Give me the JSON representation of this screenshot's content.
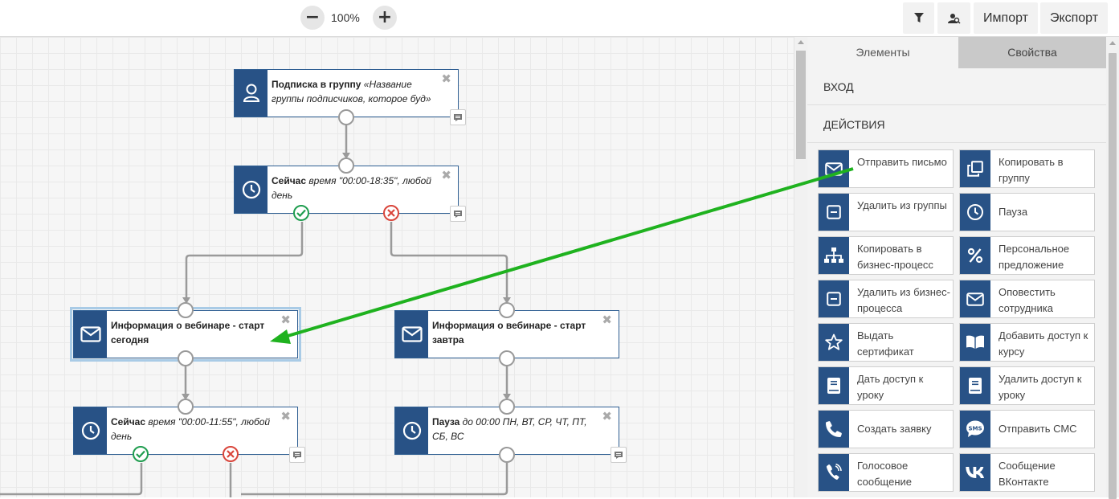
{
  "toolbar": {
    "zoom_out": "−",
    "zoom_level": "100%",
    "zoom_in": "+",
    "import_label": "Импорт",
    "export_label": "Экспорт",
    "filter_icon": "filter-icon",
    "user_search_icon": "user-search-icon"
  },
  "panel": {
    "tabs": [
      {
        "label": "Элементы",
        "active": true
      },
      {
        "label": "Свойства",
        "active": false
      }
    ],
    "sections": [
      {
        "label": "ВХОД"
      },
      {
        "label": "ДЕЙСТВИЯ"
      }
    ],
    "items": [
      {
        "label": "Отправить письмо",
        "icon": "envelope-icon"
      },
      {
        "label": "Копировать в группу",
        "icon": "copy-icon"
      },
      {
        "label": "Удалить из группы",
        "icon": "minus-square-icon"
      },
      {
        "label": "Пауза",
        "icon": "clock-icon"
      },
      {
        "label": "Копировать в бизнес-процесс",
        "icon": "sitemap-icon"
      },
      {
        "label": "Персональное предложение",
        "icon": "percent-icon"
      },
      {
        "label": "Удалить из бизнес-процесса",
        "icon": "minus-square-icon"
      },
      {
        "label": "Оповестить сотрудника",
        "icon": "envelope-icon"
      },
      {
        "label": "Выдать сертификат",
        "icon": "star-icon"
      },
      {
        "label": "Добавить доступ к курсу",
        "icon": "book-open-icon"
      },
      {
        "label": "Дать доступ к уроку",
        "icon": "book-icon"
      },
      {
        "label": "Удалить доступ к уроку",
        "icon": "book-icon"
      },
      {
        "label": "Создать заявку",
        "icon": "phone-icon"
      },
      {
        "label": "Отправить СМС",
        "icon": "sms-icon"
      },
      {
        "label": "Голосовое сообщение",
        "icon": "phone-volume-icon"
      },
      {
        "label": "Сообщение ВКонтакте",
        "icon": "vk-icon"
      }
    ]
  },
  "flow": {
    "nodes": [
      {
        "title": "Подписка в группу",
        "detail": "«Название группы подписчиков, которое буд»",
        "icon": "user-icon"
      },
      {
        "title": "Сейчас",
        "detail": "время \"00:00-18:35\", любой день",
        "icon": "clock-icon"
      },
      {
        "title": "Информация о вебинаре - старт сегодня",
        "detail": "",
        "icon": "envelope-icon"
      },
      {
        "title": "Информация о вебинаре - старт завтра",
        "detail": "",
        "icon": "envelope-icon"
      },
      {
        "title": "Сейчас",
        "detail": "время \"00:00-11:55\", любой день",
        "icon": "clock-icon"
      },
      {
        "title": "Пауза",
        "detail": "до 00:00 ПН, ВТ, СР, ЧТ, ПТ, СБ, ВС",
        "icon": "clock-icon"
      }
    ],
    "close_glyph": "✖"
  },
  "colors": {
    "accent": "#285286",
    "annotation_arrow": "#1fb21f",
    "yes_port": "#1f9d4f",
    "no_port": "#d9453b"
  }
}
